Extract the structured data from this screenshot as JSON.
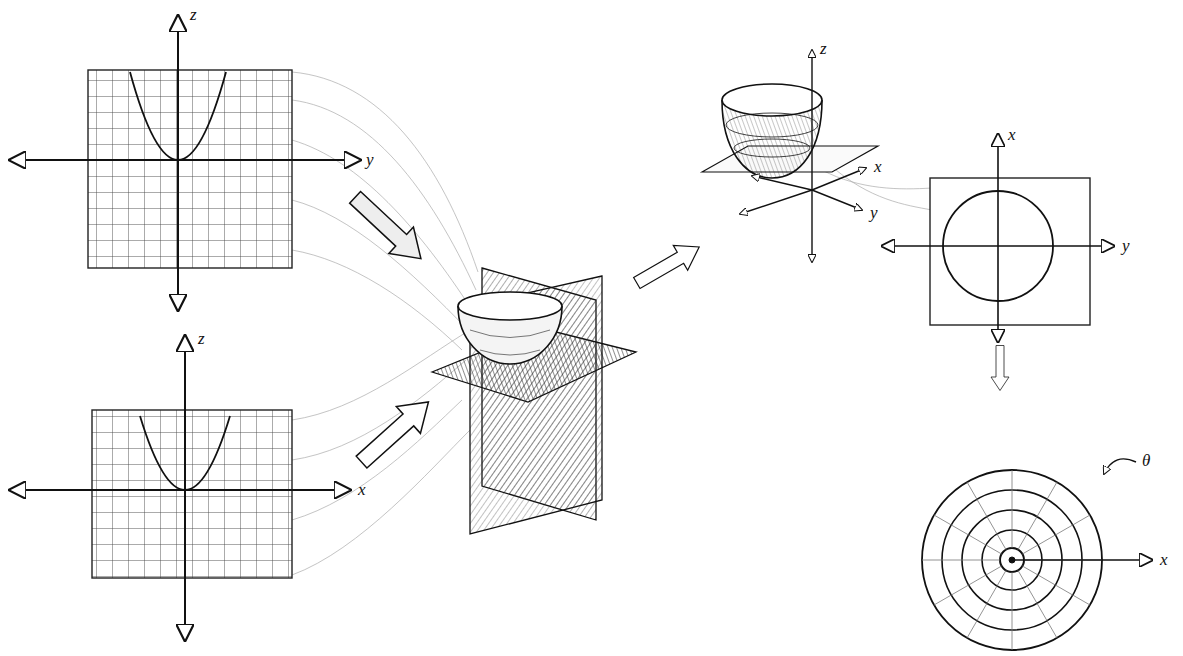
{
  "diagram": {
    "labels": [
      "z",
      "y",
      "z",
      "x",
      "z",
      "x",
      "y",
      "x",
      "y",
      "θ",
      "x"
    ]
  }
}
